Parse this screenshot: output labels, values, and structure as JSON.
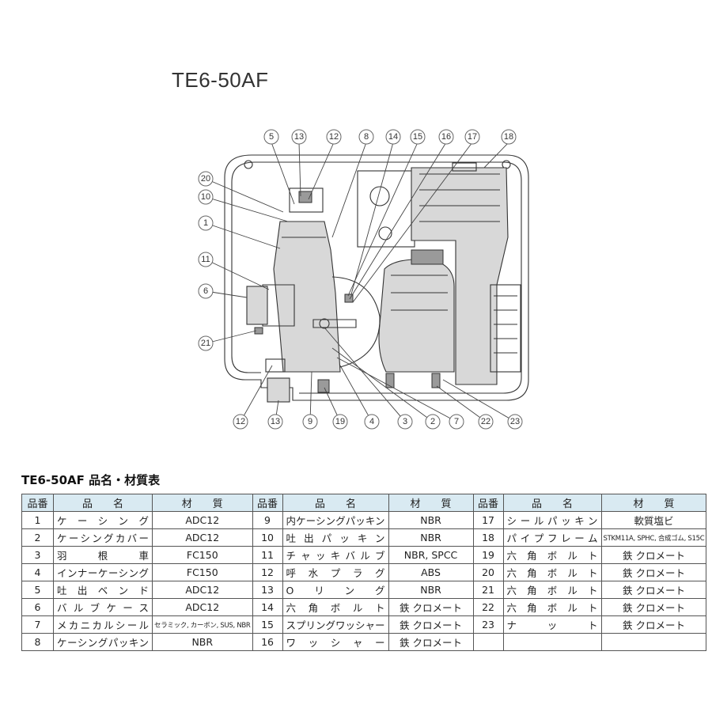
{
  "model_title": "TE6-50AF",
  "callouts": {
    "top": [
      "5",
      "13",
      "12",
      "8",
      "14",
      "15",
      "16",
      "17",
      "18"
    ],
    "left": [
      "20",
      "10",
      "1",
      "11",
      "6",
      "21"
    ],
    "bottom": [
      "12",
      "13",
      "9",
      "19",
      "4",
      "3",
      "2",
      "7",
      "22",
      "23"
    ]
  },
  "table": {
    "title": "TE6-50AF 品名・材質表",
    "headers": {
      "no": "品番",
      "name": "品　　名",
      "material": "材　　質"
    },
    "rows": [
      [
        {
          "no": "1",
          "name": "ケーシング",
          "material": "ADC12"
        },
        {
          "no": "9",
          "name": "内ケーシングパッキン",
          "material": "NBR"
        },
        {
          "no": "17",
          "name": "シールパッキン",
          "material": "軟質塩ビ"
        }
      ],
      [
        {
          "no": "2",
          "name": "ケーシングカバー",
          "material": "ADC12"
        },
        {
          "no": "10",
          "name": "吐出パッキン",
          "material": "NBR"
        },
        {
          "no": "18",
          "name": "パイプフレーム",
          "material": "STKM11A, SPHC, 合成ゴム, S15C"
        }
      ],
      [
        {
          "no": "3",
          "name": "羽根車",
          "material": "FC150"
        },
        {
          "no": "11",
          "name": "チャッキバルブ",
          "material": "NBR, SPCC"
        },
        {
          "no": "19",
          "name": "六角ボルト",
          "material": "鉄 クロメート"
        }
      ],
      [
        {
          "no": "4",
          "name": "インナーケーシング",
          "material": "FC150"
        },
        {
          "no": "12",
          "name": "呼水プラグ",
          "material": "ABS"
        },
        {
          "no": "20",
          "name": "六角ボルト",
          "material": "鉄 クロメート"
        }
      ],
      [
        {
          "no": "5",
          "name": "吐出ベンド",
          "material": "ADC12"
        },
        {
          "no": "13",
          "name": "Oリング",
          "material": "NBR"
        },
        {
          "no": "21",
          "name": "六角ボルト",
          "material": "鉄 クロメート"
        }
      ],
      [
        {
          "no": "6",
          "name": "バルブケース",
          "material": "ADC12"
        },
        {
          "no": "14",
          "name": "六角ボルト",
          "material": "鉄 クロメート"
        },
        {
          "no": "22",
          "name": "六角ボルト",
          "material": "鉄 クロメート"
        }
      ],
      [
        {
          "no": "7",
          "name": "メカニカルシール",
          "material": "セラミック, カーボン, SUS, NBR"
        },
        {
          "no": "15",
          "name": "スプリングワッシャー",
          "material": "鉄 クロメート"
        },
        {
          "no": "23",
          "name": "ナット",
          "material": "鉄 クロメート"
        }
      ],
      [
        {
          "no": "8",
          "name": "ケーシングパッキン",
          "material": "NBR"
        },
        {
          "no": "16",
          "name": "ワッシャー",
          "material": "鉄 クロメート"
        },
        {
          "no": "",
          "name": "",
          "material": ""
        }
      ]
    ]
  }
}
